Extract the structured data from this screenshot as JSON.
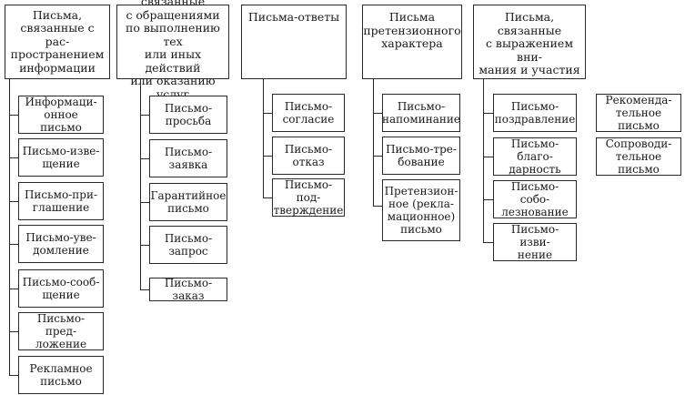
{
  "groups": [
    {
      "header": [
        "Письма,",
        "связанные с рас-",
        "пространением",
        "информации"
      ],
      "items": [
        [
          "Информаци-",
          "онное письмо"
        ],
        [
          "Письмо-изве-",
          "щение"
        ],
        [
          "Письмо-при-",
          "глашение"
        ],
        [
          "Письмо-уве-",
          "домление"
        ],
        [
          "Письмо-сооб-",
          "щение"
        ],
        [
          "Письмо-пред-",
          "ложение"
        ],
        [
          "Рекламное",
          "письмо"
        ]
      ]
    },
    {
      "header": [
        "Письма, связанные",
        "с обращениями",
        "по выполнению тех",
        "или иных действий",
        "или оказанию услуг"
      ],
      "items": [
        [
          "Письмо-",
          "просьба"
        ],
        [
          "Письмо-",
          "заявка"
        ],
        [
          "Гарантийное",
          "письмо"
        ],
        [
          "Письмо-",
          "запрос"
        ],
        [
          "Письмо-заказ"
        ]
      ]
    },
    {
      "header": [
        "Письма-ответы"
      ],
      "items": [
        [
          "Письмо-",
          "согласие"
        ],
        [
          "Письмо-",
          "отказ"
        ],
        [
          "Письмо-под-",
          "тверждение"
        ]
      ]
    },
    {
      "header": [
        "Письма",
        "претензионного",
        "характера"
      ],
      "items": [
        [
          "Письмо-",
          "напоминание"
        ],
        [
          "Письмо-тре-",
          "бование"
        ],
        [
          "Претензион-",
          "ное (рекла-",
          "мационное)",
          "письмо"
        ]
      ]
    },
    {
      "header": [
        "Письма, связанные",
        "с выражением вни-",
        "мания и участия"
      ],
      "items": [
        [
          "Письмо-",
          "поздравление"
        ],
        [
          "Письмо-благо-",
          "дарность"
        ],
        [
          "Письмо-собо-",
          "лезнование"
        ],
        [
          "Письмо-изви-",
          "нение"
        ]
      ]
    }
  ],
  "standalone": [
    [
      "Рекоменда-",
      "тельное письмо"
    ],
    [
      "Сопроводи-",
      "тельное письмо"
    ]
  ]
}
